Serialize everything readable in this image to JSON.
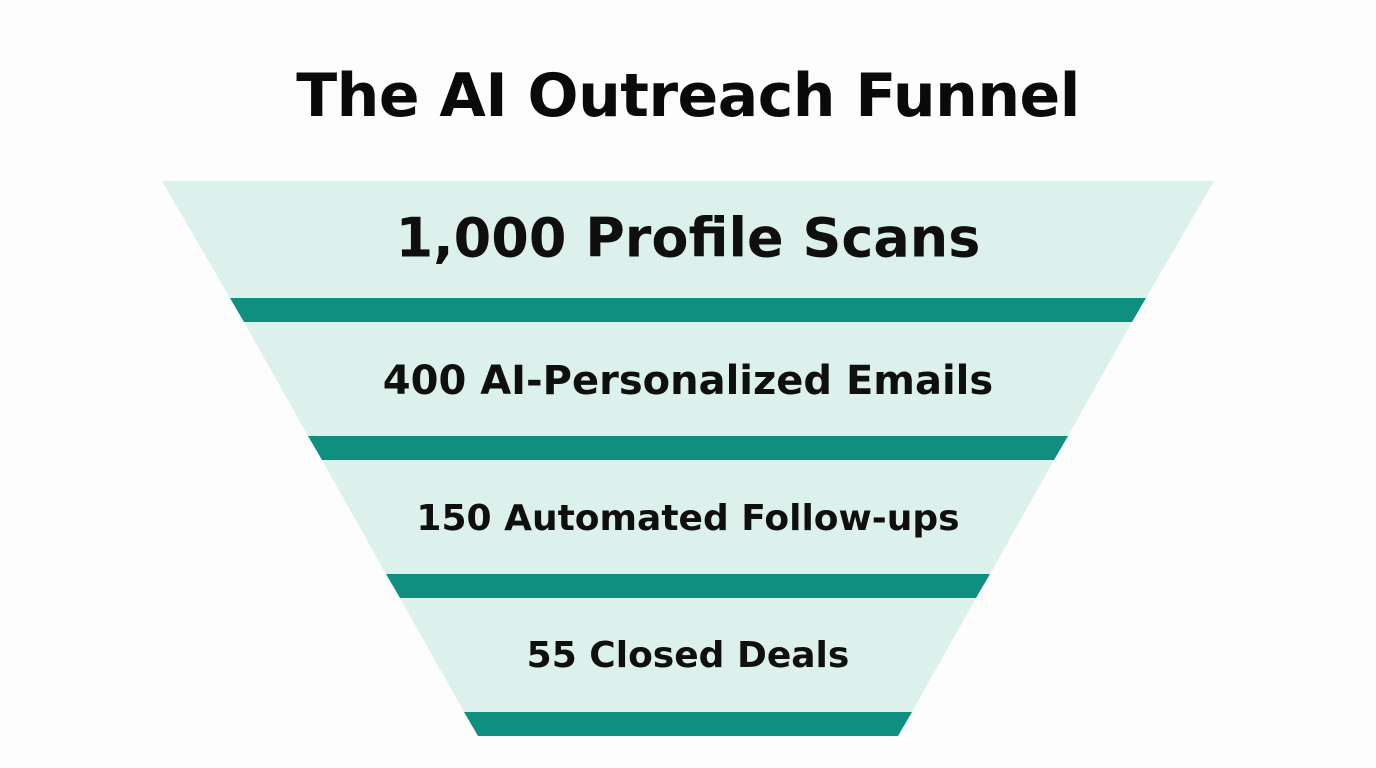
{
  "title": "The AI Outreach Funnel",
  "colors": {
    "band_fill": "#dcf0ec",
    "band_accent": "#0e8f7f",
    "text": "#0f0f0f"
  },
  "stages": [
    {
      "label": "1,000 Profile Scans",
      "value": 1000
    },
    {
      "label": "400 AI-Personalized Emails",
      "value": 400
    },
    {
      "label": "150 Automated Follow-ups",
      "value": 150
    },
    {
      "label": "55 Closed Deals",
      "value": 55
    }
  ]
}
